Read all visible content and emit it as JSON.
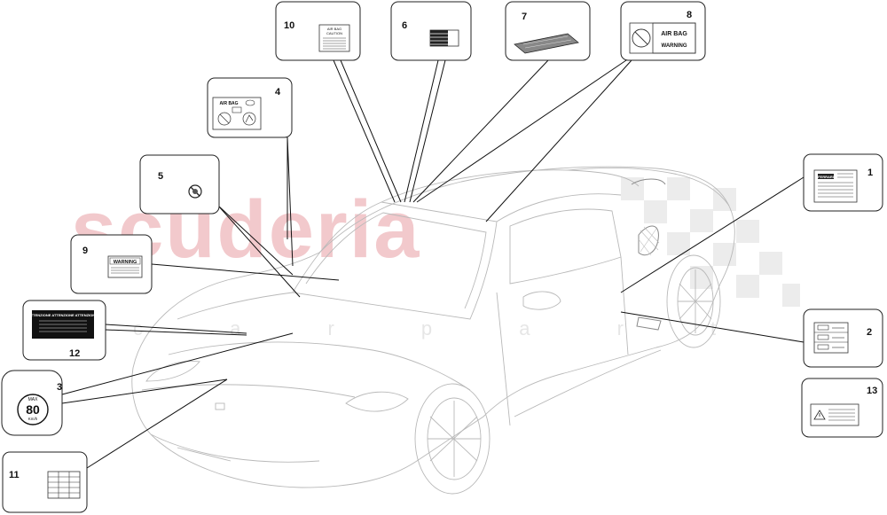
{
  "watermark": {
    "brand": "scuderia",
    "sub": "c a r p a r t s"
  },
  "labels": {
    "airbag_caution": [
      "AIR BAG",
      "CAUTION"
    ],
    "airbag_small": "AIR BAG",
    "airbag_warning": [
      "AIR BAG",
      "WARNING"
    ],
    "warning": "WARNING",
    "attenzione": "ATTENZIONE  ATTENZIONE  ATTENZIONE",
    "speed_top": "MAX",
    "speed_value": "80",
    "speed_unit": "Km/h",
    "ferrari_plate": "FERRARI"
  },
  "callouts": [
    {
      "id": "10",
      "number": "10"
    },
    {
      "id": "6",
      "number": "6"
    },
    {
      "id": "7",
      "number": "7"
    },
    {
      "id": "8",
      "number": "8"
    },
    {
      "id": "4",
      "number": "4"
    },
    {
      "id": "5",
      "number": "5"
    },
    {
      "id": "9",
      "number": "9"
    },
    {
      "id": "12",
      "number": "12"
    },
    {
      "id": "3",
      "number": "3"
    },
    {
      "id": "11",
      "number": "11"
    },
    {
      "id": "1",
      "number": "1"
    },
    {
      "id": "2",
      "number": "2"
    },
    {
      "id": "13",
      "number": "13"
    }
  ]
}
